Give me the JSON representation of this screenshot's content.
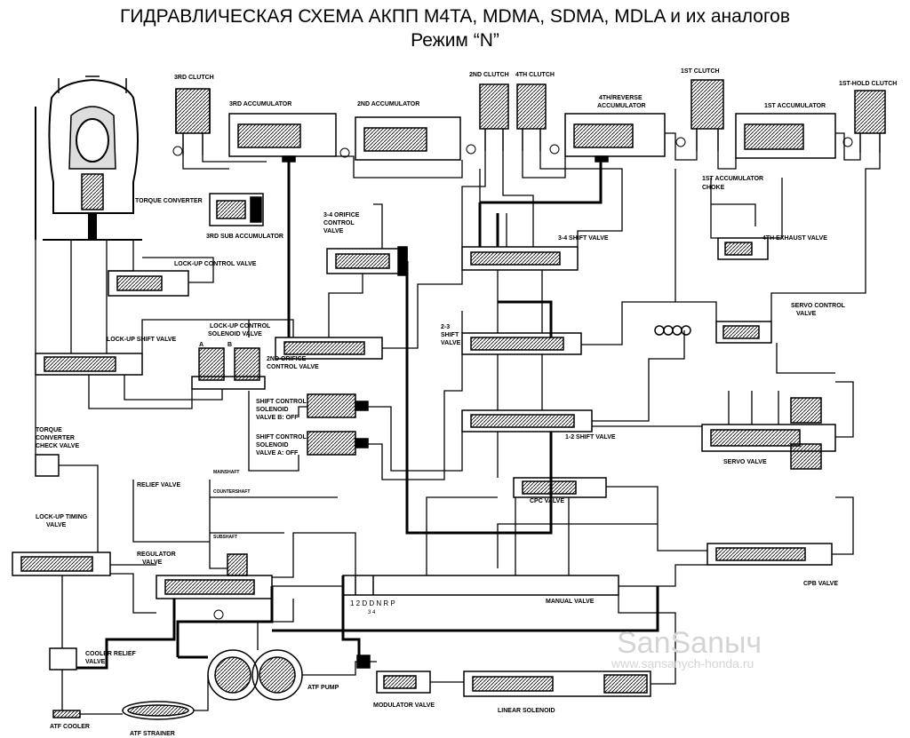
{
  "title": "ГИДРАВЛИЧЕСКАЯ СХЕМА АКПП M4TA, MDMA, SDMA, MDLA и их аналогов",
  "subtitle": "Режим “N”",
  "labels": {
    "clutch_3rd": "3RD CLUTCH",
    "clutch_2nd": "2ND CLUTCH",
    "clutch_4th": "4TH CLUTCH",
    "clutch_1st": "1ST CLUTCH",
    "clutch_1st_hold": "1ST-HOLD CLUTCH",
    "acc_3rd": "3RD ACCUMULATOR",
    "acc_2nd": "2ND ACCUMULATOR",
    "acc_4th_rev_1": "4TH/REVERSE",
    "acc_4th_rev_2": "ACCUMULATOR",
    "acc_1st": "1ST ACCUMULATOR",
    "acc_1st_choke_1": "1ST ACCUMULATOR",
    "acc_1st_choke_2": "CHOKE",
    "torque_converter": "TORQUE CONVERTER",
    "acc_3rd_sub": "3RD SUB ACCUMULATOR",
    "orifice_34_1": "3-4 ORIFICE",
    "orifice_34_2": "CONTROL",
    "orifice_34_3": "VALVE",
    "shift_34": "3-4 SHIFT VALVE",
    "exhaust_4th": "4TH EXHAUST VALVE",
    "lockup_control": "LOCK-UP CONTROL VALVE",
    "servo_control_1": "SERVO CONTROL",
    "servo_control_2": "VALVE",
    "lockup_shift": "LOCK-UP SHIFT VALVE",
    "lockup_sol_1": "LOCK-UP CONTROL",
    "lockup_sol_2": "SOLENOID VALVE",
    "orifice_2nd_1": "2ND ORIFICE",
    "orifice_2nd_2": "CONTROL VALVE",
    "shift_23_1": "2-3",
    "shift_23_2": "SHIFT",
    "shift_23_3": "VALVE",
    "scs_b_1": "SHIFT CONTROL",
    "scs_b_2": "SOLENOID",
    "scs_b_3": "VALVE B: OFF",
    "scs_a_1": "SHIFT CONTROL",
    "scs_a_2": "SOLENOID",
    "scs_a_3": "VALVE A: OFF",
    "shift_12": "1-2 SHIFT VALVE",
    "servo": "SERVO VALVE",
    "tc_check_1": "TORQUE",
    "tc_check_2": "CONVERTER",
    "tc_check_3": "CHECK VALVE",
    "relief": "RELIEF VALVE",
    "mainshaft": "MAINSHAFT",
    "countershaft": "COUNTERSHAFT",
    "cpc": "CPC VALVE",
    "lockup_timing_1": "LOCK-UP TIMING",
    "lockup_timing_2": "VALVE",
    "subshaft": "SUBSHAFT",
    "regulator_1": "REGULATOR",
    "regulator_2": "VALVE",
    "cpb": "CPB VALVE",
    "manual": "MANUAL VALVE",
    "manual_positions": "1 2 D D N R P",
    "manual_positions_sub": "3 4",
    "cooler_relief_1": "COOLER RELIEF",
    "cooler_relief_2": "VALVE",
    "atf_pump": "ATF PUMP",
    "modulator": "MODULATOR VALVE",
    "linear_solenoid": "LINEAR SOLENOID",
    "atf_cooler": "ATF COOLER",
    "atf_strainer": "ATF STRAINER",
    "solenoid_a": "A",
    "solenoid_b": "B"
  },
  "watermark": {
    "brand": "SanSanыч",
    "url": "www.sansanych-honda.ru"
  }
}
